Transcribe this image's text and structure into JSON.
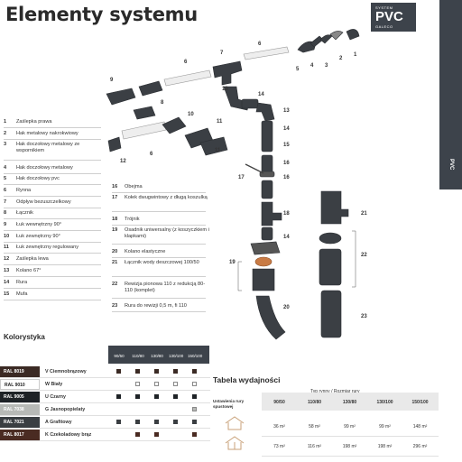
{
  "title": "Elementy systemu",
  "badge": {
    "line1": "SYSTEM",
    "line2": "PVC",
    "line3": "GALECO"
  },
  "side_tab": "PVC",
  "parts_left": [
    {
      "num": "1",
      "label": "Zaślepka prawa"
    },
    {
      "num": "2",
      "label": "Hak metalowy nakrokwiowy"
    },
    {
      "num": "3",
      "label": "Hak doczołowy metalowy ze wspornikiem"
    },
    {
      "num": "4",
      "label": "Hak doczołowy metalowy"
    },
    {
      "num": "5",
      "label": "Hak doczołowy pvc"
    },
    {
      "num": "6",
      "label": "Rynna"
    },
    {
      "num": "7",
      "label": "Odpływ bezuszczelkowy"
    },
    {
      "num": "8",
      "label": "Łącznik"
    },
    {
      "num": "9",
      "label": "Łuk wewnętrzny 90°"
    },
    {
      "num": "10",
      "label": "Łuk zewnętrzny 90°"
    },
    {
      "num": "11",
      "label": "Łuk zewnętrzny regulowany"
    },
    {
      "num": "12",
      "label": "Zaślepka lewa"
    },
    {
      "num": "13",
      "label": "Kolano 67°"
    },
    {
      "num": "14",
      "label": "Rura"
    },
    {
      "num": "15",
      "label": "Mufa"
    }
  ],
  "parts_right": [
    {
      "num": "16",
      "label": "Obejma"
    },
    {
      "num": "17",
      "label": "Kołek dwugwintowy z długą koszulką"
    },
    {
      "num": "18",
      "label": "Trójnik"
    },
    {
      "num": "19",
      "label": "Osadnik uniwersalny (z koszyczkiem i klapkami)"
    },
    {
      "num": "20",
      "label": "Kolano elastyczne"
    },
    {
      "num": "21",
      "label": "Łącznik wody deszczowej 100/50"
    },
    {
      "num": "22",
      "label": "Rewizja pionowa 110 z redukcją 80-110 (komplet)"
    },
    {
      "num": "23",
      "label": "Rura do rewizji 0,5 m, fi 110"
    }
  ],
  "diagram_labels": [
    "1",
    "2",
    "3",
    "4",
    "5",
    "6",
    "6",
    "6",
    "7",
    "8",
    "9",
    "10",
    "11",
    "11",
    "12",
    "13",
    "13",
    "14",
    "14",
    "14",
    "15",
    "16",
    "16",
    "17",
    "18",
    "19",
    "20",
    "21",
    "22",
    "23"
  ],
  "colors_section": {
    "heading": "Kolorystyka",
    "sizes": [
      "90/50",
      "110/80",
      "130/80",
      "130/100",
      "150/100"
    ],
    "rows": [
      {
        "ral": "RAL 8019",
        "code": "V",
        "name": "Ciemnobrązowy",
        "bg": "#3b2a24",
        "marks": [
          true,
          true,
          true,
          true,
          true
        ]
      },
      {
        "ral": "RAL 9010",
        "code": "W",
        "name": "Biały",
        "bg": "#ffffff",
        "marks": [
          false,
          true,
          true,
          true,
          true
        ]
      },
      {
        "ral": "RAL 9005",
        "code": "U",
        "name": "Czarny",
        "bg": "#1e2226",
        "marks": [
          true,
          true,
          true,
          true,
          true
        ]
      },
      {
        "ral": "RAL 7038",
        "code": "G",
        "name": "Jasnopopielaty",
        "bg": "#b7b9b6",
        "marks": [
          false,
          false,
          false,
          false,
          true
        ]
      },
      {
        "ral": "RAL 7021",
        "code": "A",
        "name": "Grafitowy",
        "bg": "#3a3e42",
        "marks": [
          true,
          true,
          true,
          true,
          true
        ]
      },
      {
        "ral": "RAL 8017",
        "code": "K",
        "name": "Czekoladowy brąz",
        "bg": "#4a2b22",
        "marks": [
          false,
          true,
          true,
          false,
          true
        ]
      }
    ]
  },
  "perf_section": {
    "heading": "Tabela wydajności",
    "subheading": "Typ rynny / Rozmiar rury",
    "row_header": "Ustawienia rury spustowej",
    "cols": [
      "90/50",
      "110/80",
      "130/80",
      "130/100",
      "150/100"
    ],
    "rows": [
      {
        "values": [
          "36 m²",
          "58 m²",
          "99 m²",
          "99 m²",
          "148 m²"
        ]
      },
      {
        "values": [
          "73 m²",
          "116 m²",
          "198 m²",
          "198 m²",
          "296 m²"
        ]
      }
    ]
  },
  "accent": "#3d434b"
}
